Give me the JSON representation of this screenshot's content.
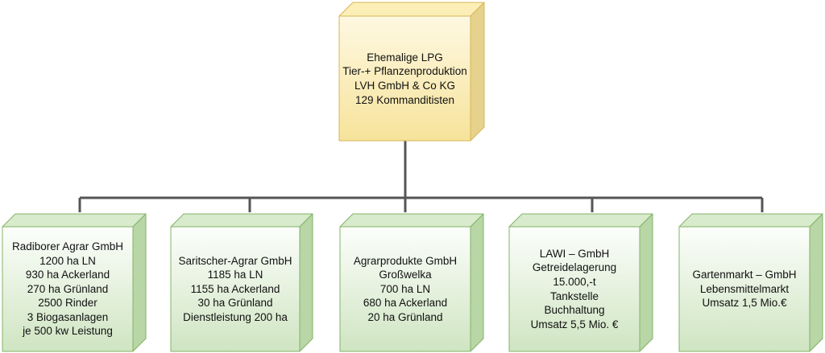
{
  "root": {
    "lines": [
      "Ehemalige LPG",
      "Tier-+ Pflanzenproduktion",
      "LVH GmbH & Co KG",
      "129 Kommanditisten"
    ]
  },
  "children": [
    {
      "lines": [
        "Radiborer Agrar GmbH",
        "1200 ha LN",
        "930 ha Ackerland",
        "270 ha Grünland",
        "2500  Rinder",
        "3  Biogasanlagen",
        "je 500 kw Leistung"
      ]
    },
    {
      "lines": [
        "Saritscher-Agrar GmbH",
        "1185 ha LN",
        "1155 ha Ackerland",
        "30 ha Grünland",
        "Dienstleistung 200 ha"
      ]
    },
    {
      "lines": [
        "Agrarprodukte GmbH",
        "Großwelka",
        "700 ha LN",
        "680 ha Ackerland",
        "20 ha Grünland"
      ]
    },
    {
      "lines": [
        "LAWI – GmbH",
        "Getreidelagerung",
        "15.000,-t",
        "Tankstelle",
        "Buchhaltung",
        "Umsatz 5,5 Mio. €"
      ]
    },
    {
      "lines": [
        "Gartenmarkt – GmbH",
        "Lebensmittelmarkt",
        "Umsatz 1,5 Mio.€"
      ]
    }
  ],
  "colors": {
    "root_fill": "#fdf3c8",
    "root_stroke": "#d6b656",
    "child_fill": "#e4f1dc",
    "child_stroke": "#82b366",
    "connector": "#555555"
  }
}
